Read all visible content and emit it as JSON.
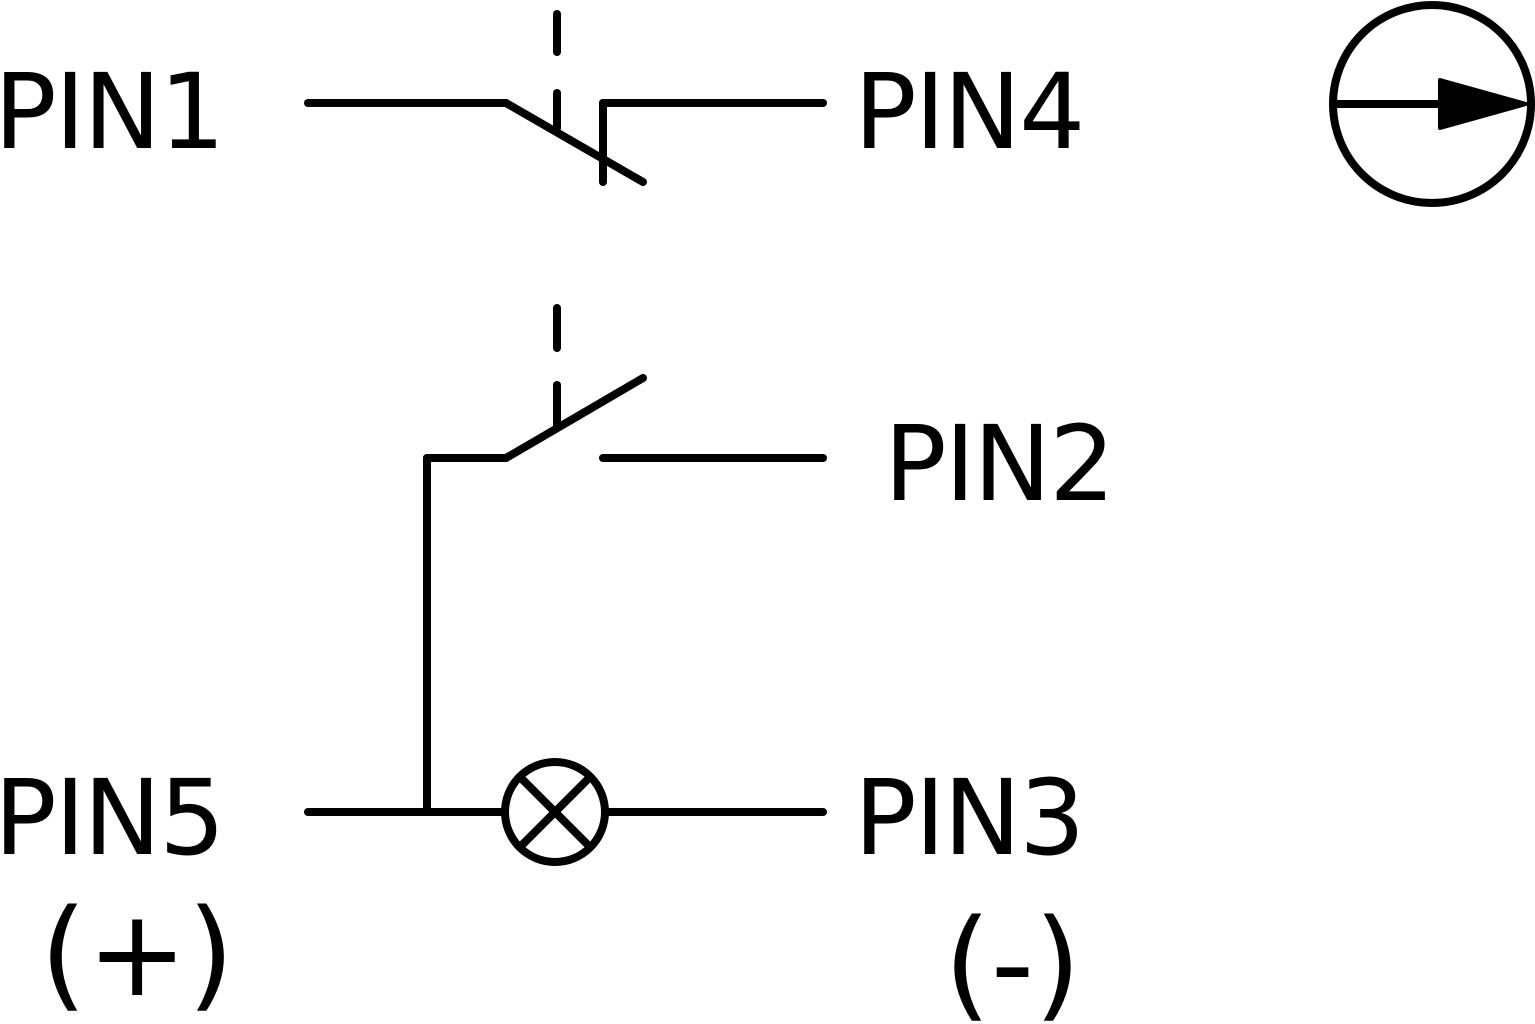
{
  "diagram": {
    "pins": {
      "pin1": "PIN1",
      "pin2": "PIN2",
      "pin3": "PIN3",
      "pin4": "PIN4",
      "pin5": "PIN5"
    },
    "polarity": {
      "positive": "(+)",
      "negative": "(-)"
    },
    "symbols": {
      "normally_closed_contact": "switch-nc-icon",
      "normally_open_contact": "switch-no-icon",
      "lamp": "lamp-icon",
      "actuator": "rotary-actuator-icon"
    },
    "colors": {
      "line": "#000000",
      "background": "#ffffff"
    }
  }
}
